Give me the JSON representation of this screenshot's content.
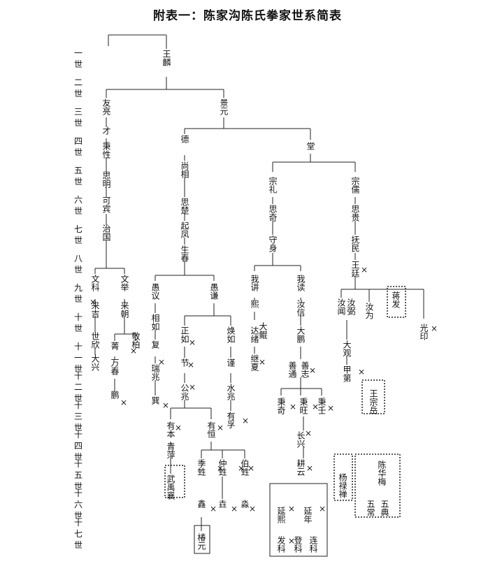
{
  "title": "附表一：陈家沟陈氏拳家世系简表",
  "generations": [
    "一世",
    "二世",
    "三世",
    "四世",
    "五世",
    "六世",
    "七世",
    "八世",
    "九世",
    "十世",
    "十一世",
    "十二世",
    "十三世",
    "十四世",
    "十五世",
    "十六世",
    "十七世"
  ],
  "names": [
    {
      "id": "wang-lin",
      "text": "王麟"
    },
    {
      "id": "you-liang",
      "text": "友亮"
    },
    {
      "id": "jing-yuan",
      "text": "景元"
    },
    {
      "id": "cai",
      "text": "才"
    },
    {
      "id": "bing-xing",
      "text": "秉性"
    },
    {
      "id": "si-ming",
      "text": "思明"
    },
    {
      "id": "ke-bin",
      "text": "可宾"
    },
    {
      "id": "zhi-guo",
      "text": "治国"
    },
    {
      "id": "wen-ke",
      "text": "文科"
    },
    {
      "id": "wen-ju",
      "text": "文举"
    },
    {
      "id": "lai-ji",
      "text": "来吉"
    },
    {
      "id": "lai-chao",
      "text": "来朝"
    },
    {
      "id": "shi-xin",
      "text": "世欣"
    },
    {
      "id": "da-xing",
      "text": "大兴"
    },
    {
      "id": "jing-1",
      "text": "菁"
    },
    {
      "id": "wan-chun",
      "text": "万春"
    },
    {
      "id": "peng",
      "text": "鹏"
    },
    {
      "id": "jing-bai",
      "text": "敬柏"
    },
    {
      "id": "de",
      "text": "德"
    },
    {
      "id": "shang-xiang",
      "text": "尚相"
    },
    {
      "id": "si-chu",
      "text": "思楚"
    },
    {
      "id": "qi-feng",
      "text": "起凤"
    },
    {
      "id": "sheng-chun",
      "text": "生春"
    },
    {
      "id": "yu-yi",
      "text": "愚议"
    },
    {
      "id": "yu-qian",
      "text": "愚谦"
    },
    {
      "id": "xiang-ru",
      "text": "相如"
    },
    {
      "id": "fu",
      "text": "复"
    },
    {
      "id": "rui-zhao",
      "text": "瑞兆"
    },
    {
      "id": "yi",
      "text": "巽"
    },
    {
      "id": "zheng-ru",
      "text": "正如"
    },
    {
      "id": "jie",
      "text": "节"
    },
    {
      "id": "gong-zhao",
      "text": "公兆"
    },
    {
      "id": "huan-ru",
      "text": "焕如"
    },
    {
      "id": "jin",
      "text": "谨"
    },
    {
      "id": "shui-zhao",
      "text": "水兆"
    },
    {
      "id": "you-fu",
      "text": "有孚"
    },
    {
      "id": "you-ben",
      "text": "有本"
    },
    {
      "id": "qing-ping",
      "text": "青萍"
    },
    {
      "id": "wu-yu-xiang",
      "text": "武禹襄"
    },
    {
      "id": "you-heng",
      "text": "有恒"
    },
    {
      "id": "ji-sheng",
      "text": "季甡"
    },
    {
      "id": "zhong-sheng",
      "text": "仲甡"
    },
    {
      "id": "bo-sheng",
      "text": "伯甡"
    },
    {
      "id": "xin",
      "text": "鑫"
    },
    {
      "id": "gui",
      "text": "垚"
    },
    {
      "id": "miao",
      "text": "淼"
    },
    {
      "id": "chun-yuan",
      "text": "椿元"
    },
    {
      "id": "tang",
      "text": "堂"
    },
    {
      "id": "zong-li",
      "text": "宗礼"
    },
    {
      "id": "si-qi",
      "text": "思奇"
    },
    {
      "id": "shou-shen",
      "text": "守身"
    },
    {
      "id": "wo-jiang",
      "text": "我讲"
    },
    {
      "id": "xi",
      "text": "熙"
    },
    {
      "id": "da-xu",
      "text": "达绪"
    },
    {
      "id": "da-kun",
      "text": "大鲲"
    },
    {
      "id": "ji-xia",
      "text": "继夏"
    },
    {
      "id": "wo-du",
      "text": "我读"
    },
    {
      "id": "ru-xin",
      "text": "汝信"
    },
    {
      "id": "da-peng",
      "text": "大鹏"
    },
    {
      "id": "shan-tong",
      "text": "善通"
    },
    {
      "id": "shan-zhi",
      "text": "善志"
    },
    {
      "id": "bing-qi",
      "text": "秉奇"
    },
    {
      "id": "bing-wang",
      "text": "秉旺"
    },
    {
      "id": "bing-ren",
      "text": "秉壬"
    },
    {
      "id": "chang-xing",
      "text": "长兴"
    },
    {
      "id": "geng-yun",
      "text": "耕云"
    },
    {
      "id": "yan-xi",
      "text": "延熙"
    },
    {
      "id": "yan-nian",
      "text": "延年"
    },
    {
      "id": "fa-ke",
      "text": "发科"
    },
    {
      "id": "deng-ke",
      "text": "登科"
    },
    {
      "id": "lian-ke",
      "text": "连科"
    },
    {
      "id": "yang-lu-chan",
      "text": "杨禄禅"
    },
    {
      "id": "chen-hua-mei",
      "text": "陈华梅"
    },
    {
      "id": "wu-chang",
      "text": "五常"
    },
    {
      "id": "wu-dian",
      "text": "五典"
    },
    {
      "id": "zong-ru",
      "text": "宗儒"
    },
    {
      "id": "si-gui",
      "text": "思贵"
    },
    {
      "id": "fu-min",
      "text": "抚民"
    },
    {
      "id": "wang-ting",
      "text": "王廷"
    },
    {
      "id": "ru-wen",
      "text": "汝闻"
    },
    {
      "id": "ru-ke",
      "text": "汝弼"
    },
    {
      "id": "ru-wei",
      "text": "汝为"
    },
    {
      "id": "jiang-fa",
      "text": "蒋发"
    },
    {
      "id": "guang-yin",
      "text": "光印"
    },
    {
      "id": "da-guan",
      "text": "大观"
    },
    {
      "id": "jia-di",
      "text": "甲第"
    },
    {
      "id": "wang-zong-yue",
      "text": "王宗岳"
    }
  ],
  "no_descendant_mark": "×"
}
